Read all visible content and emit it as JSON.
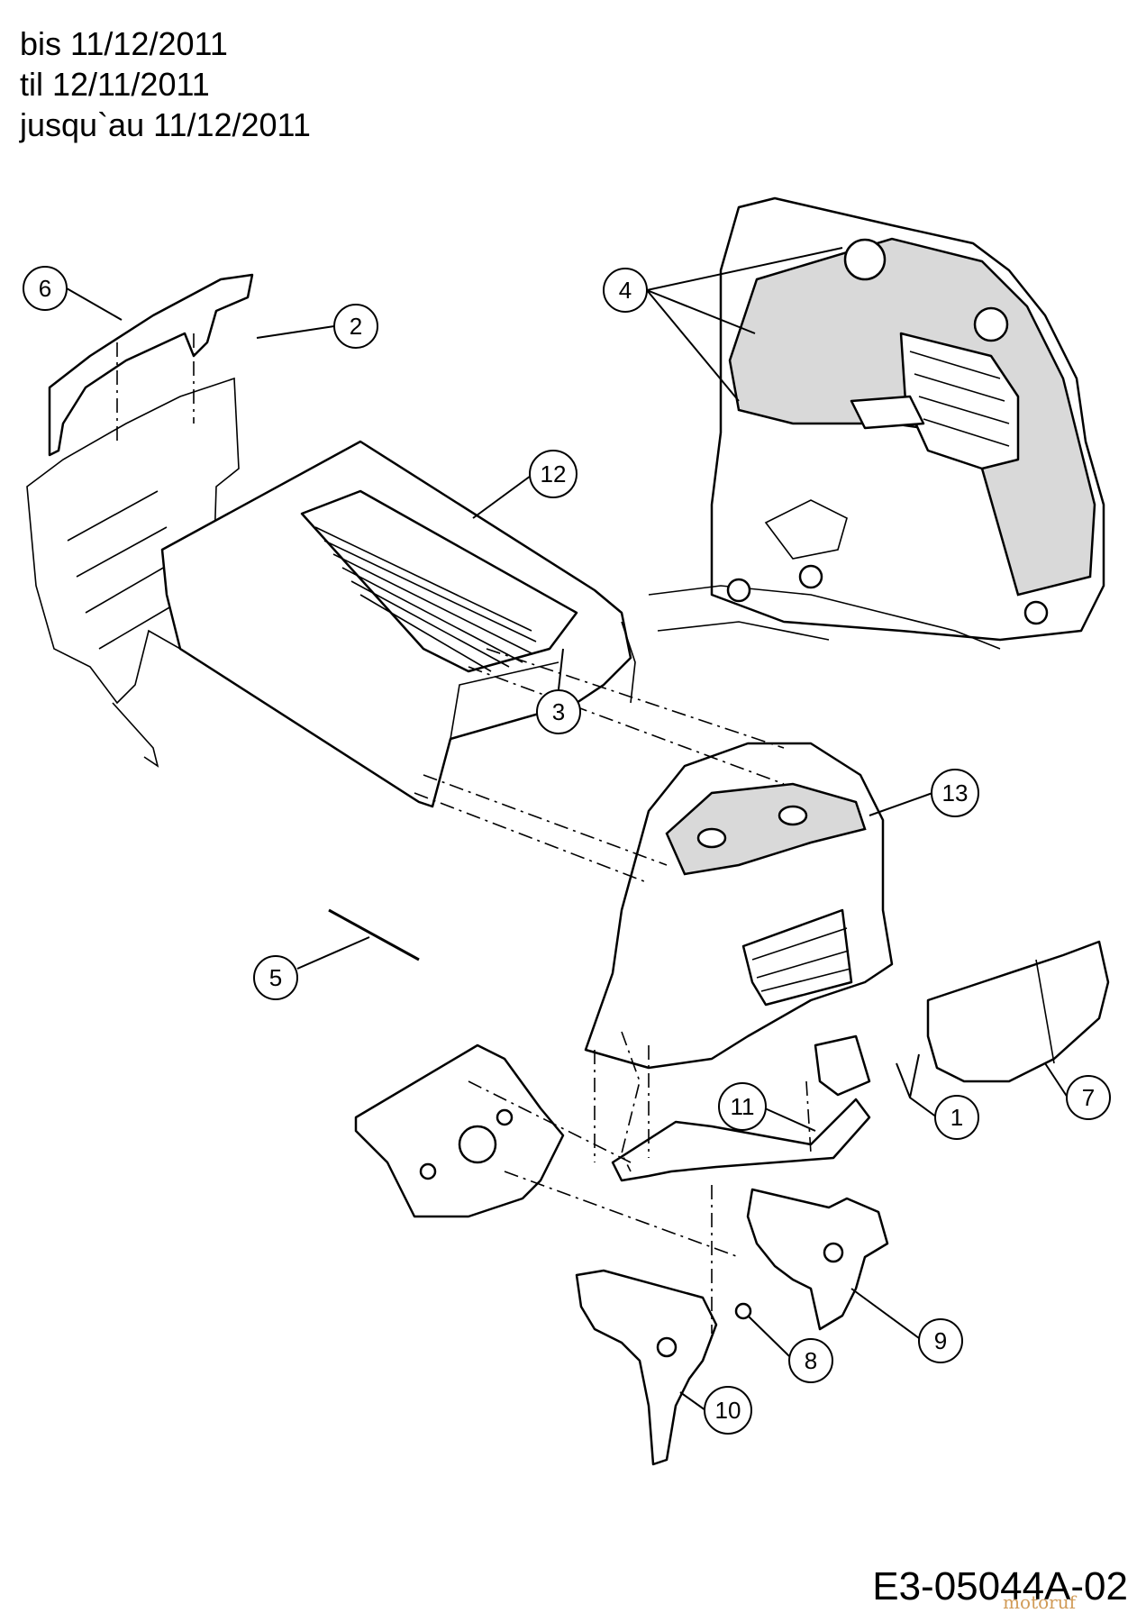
{
  "header": {
    "line1": "bis 11/12/2011",
    "line2": "til 12/11/2011",
    "line3": "jusqu`au 11/12/2011"
  },
  "callouts": [
    {
      "id": "1",
      "label": "1"
    },
    {
      "id": "2",
      "label": "2"
    },
    {
      "id": "3",
      "label": "3"
    },
    {
      "id": "4",
      "label": "4"
    },
    {
      "id": "5",
      "label": "5"
    },
    {
      "id": "6",
      "label": "6"
    },
    {
      "id": "7",
      "label": "7"
    },
    {
      "id": "8",
      "label": "8"
    },
    {
      "id": "9",
      "label": "9"
    },
    {
      "id": "10",
      "label": "10"
    },
    {
      "id": "11",
      "label": "11"
    },
    {
      "id": "12",
      "label": "12"
    },
    {
      "id": "13",
      "label": "13"
    }
  ],
  "drawing_code": "E3-05044A-02",
  "watermark": "motoruf"
}
